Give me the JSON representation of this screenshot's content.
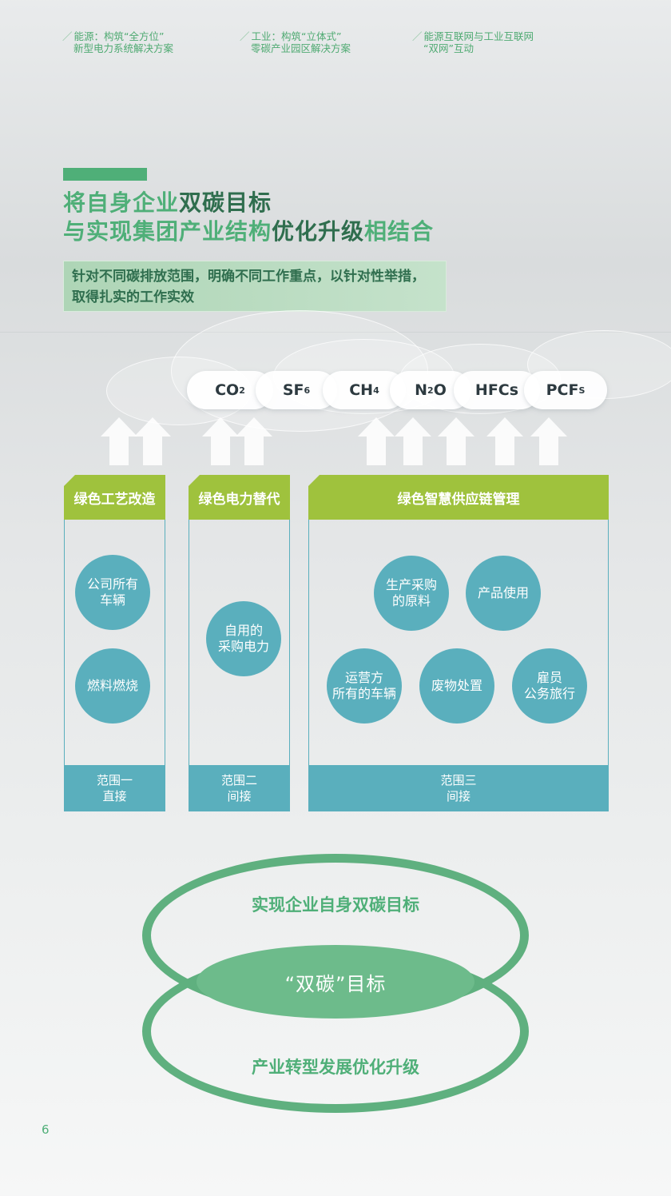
{
  "nav": [
    {
      "line1": "能源：构筑“全方位”",
      "line2": "新型电力系统解决方案"
    },
    {
      "line1": "工业：构筑“立体式”",
      "line2": "零碳产业园区解决方案"
    },
    {
      "line1": "能源互联网与工业互联网",
      "line2": "“双网”互动"
    }
  ],
  "heading": {
    "line1_a": "将自身企业",
    "line1_b": "双碳目标",
    "line2_a": "与实现集团产业结构",
    "line2_b": "优化升级",
    "line2_c": "相结合",
    "subtitle": "针对不同碳排放范围，明确不同工作重点，以针对性举措，取得扎实的工作实效"
  },
  "gases": [
    {
      "base": "CO",
      "sub": "2",
      "tail": ""
    },
    {
      "base": "SF",
      "sub": "6",
      "tail": ""
    },
    {
      "base": "CH",
      "sub": "4",
      "tail": ""
    },
    {
      "base": "N",
      "sub": "2",
      "tail": "O"
    },
    {
      "base": "HFCs",
      "sub": "",
      "tail": ""
    },
    {
      "base": "PCF",
      "sub": "S",
      "tail": ""
    }
  ],
  "columns": [
    {
      "title": "绿色工艺改造",
      "items": [
        "公司所有\n车辆",
        "燃料燃烧"
      ],
      "scope": "范围一",
      "type": "直接"
    },
    {
      "title": "绿色电力替代",
      "items": [
        "自用的\n采购电力"
      ],
      "scope": "范围二",
      "type": "间接"
    },
    {
      "title": "绿色智慧供应链管理",
      "items": [
        "生产采购\n的原料",
        "产品使用",
        "运营方\n所有的车辆",
        "废物处置",
        "雇员\n公务旅行"
      ],
      "scope": "范围三",
      "type": "间接"
    }
  ],
  "rings": {
    "top_label": "实现企业自身双碳目标",
    "core_label": "“双碳”目标",
    "bottom_label": "产业转型发展优化升级"
  },
  "page_number": "6",
  "colors": {
    "green": "#4faf78",
    "dark_green": "#2f6e4e",
    "lime": "#9fc23d",
    "teal": "#5aafbd"
  }
}
